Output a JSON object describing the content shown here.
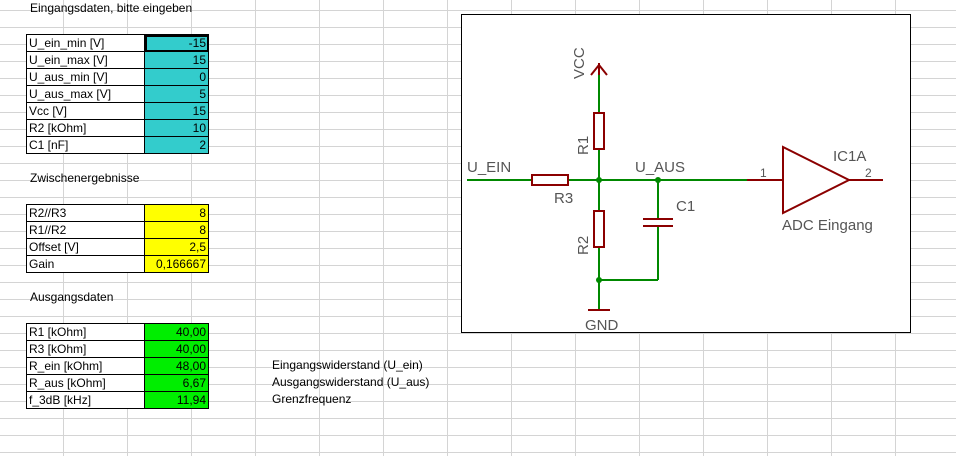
{
  "sheet": {
    "title": "Eingangsdaten, bitte eingeben",
    "section_mid": "Zwischenergebnisse",
    "section_out": "Ausgangsdaten"
  },
  "inputs": [
    {
      "label": "U_ein_min [V]",
      "value": "-15"
    },
    {
      "label": "U_ein_max [V]",
      "value": "15"
    },
    {
      "label": "U_aus_min [V]",
      "value": "0"
    },
    {
      "label": "U_aus_max [V]",
      "value": "5"
    },
    {
      "label": "Vcc [V]",
      "value": "15"
    },
    {
      "label": "R2 [kOhm]",
      "value": "10"
    },
    {
      "label": "C1 [nF]",
      "value": "2"
    }
  ],
  "intermediate": [
    {
      "label": "R2//R3",
      "value": "8"
    },
    {
      "label": "R1//R2",
      "value": "8"
    },
    {
      "label": "Offset [V]",
      "value": "2,5"
    },
    {
      "label": "Gain",
      "value": "0,166667"
    }
  ],
  "outputs": [
    {
      "label": "R1 [kOhm]",
      "value": "40,00",
      "note": ""
    },
    {
      "label": "R3  [kOhm]",
      "value": "40,00",
      "note": ""
    },
    {
      "label": "R_ein [kOhm]",
      "value": "48,00",
      "note": "Eingangswiderstand (U_ein)"
    },
    {
      "label": "R_aus [kOhm]",
      "value": "6,67",
      "note": "Ausgangswiderstand (U_aus)"
    },
    {
      "label": "f_3dB [kHz]",
      "value": "11,94",
      "note": "Grenzfrequenz"
    }
  ],
  "schematic": {
    "vcc": "VCC",
    "r1": "R1",
    "r2": "R2",
    "r3": "R3",
    "c1": "C1",
    "u_ein": "U_EIN",
    "u_aus": "U_AUS",
    "gnd": "GND",
    "ic": "IC1A",
    "pin1": "1",
    "pin2": "2",
    "adc": "ADC Eingang",
    "colors": {
      "wire": "#008800",
      "part": "#8b0000",
      "text": "#555555"
    }
  }
}
